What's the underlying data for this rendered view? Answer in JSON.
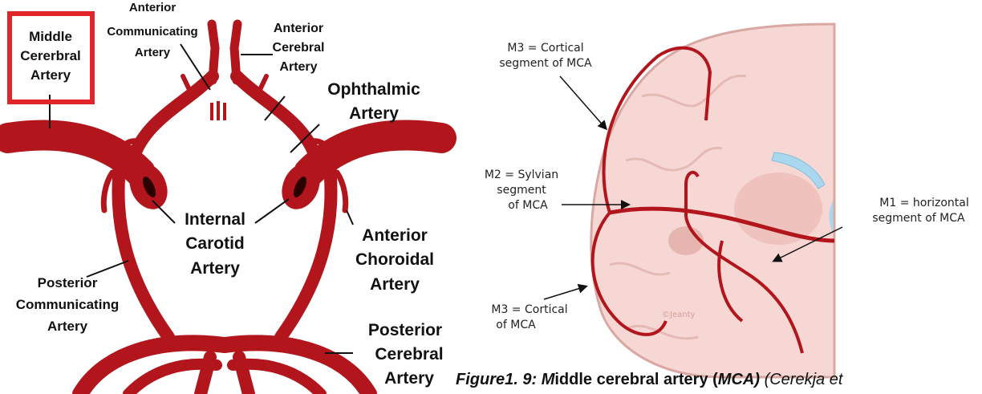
{
  "left_diagram": {
    "labels": {
      "middle_cerebral": [
        "Middle",
        "Cererbral",
        "Artery"
      ],
      "anterior_communicating": [
        "Anterior",
        "Communicating",
        "Artery"
      ],
      "anterior_cerebral": [
        "Anterior",
        "Cerebral",
        "Artery"
      ],
      "ophthalmic": [
        "Ophthalmic",
        "Artery"
      ],
      "internal_carotid": [
        "Internal",
        "Carotid",
        "Artery"
      ],
      "anterior_choroidal": [
        "Anterior",
        "Choroidal",
        "Artery"
      ],
      "posterior_communicating": [
        "Posterior",
        "Communicating",
        "Artery"
      ],
      "posterior_cerebral": [
        "Posterior",
        "Cerebral",
        "Artery"
      ]
    },
    "highlight_color": "#e0262b",
    "artery_color": "#b3151c"
  },
  "right_diagram": {
    "labels": {
      "m3_top": [
        "M3 = Cortical",
        "segment of MCA"
      ],
      "m2": [
        "M2 = Sylvian",
        "segment",
        "of MCA"
      ],
      "m1": [
        "M1 = horizontal",
        "segment of MCA"
      ],
      "m3_bottom": [
        "M3 = Cortical",
        "of MCA"
      ],
      "watermark": "©Jeanty"
    },
    "brain_color": "#f6d7d3",
    "ventricle_color": "#a9d8ee"
  },
  "caption": {
    "prefix": "Figure1. 9: M",
    "main": "iddle cerebral artery (",
    "abbr": "MCA)",
    "cite": " (Cerekja et"
  }
}
